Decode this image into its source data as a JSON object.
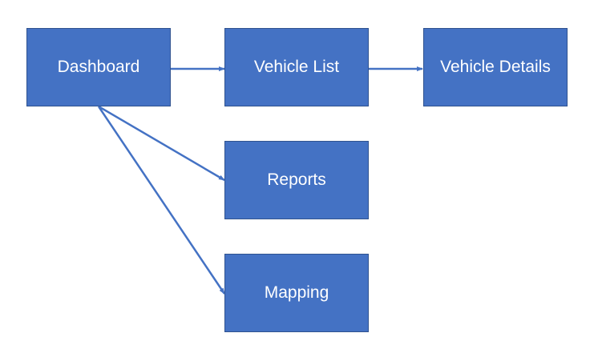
{
  "diagram": {
    "nodes": [
      {
        "id": "dashboard",
        "label": "Dashboard"
      },
      {
        "id": "vehicle-list",
        "label": "Vehicle List"
      },
      {
        "id": "vehicle-details",
        "label": "Vehicle Details"
      },
      {
        "id": "reports",
        "label": "Reports"
      },
      {
        "id": "mapping",
        "label": "Mapping"
      }
    ],
    "edges": [
      {
        "from": "dashboard",
        "to": "vehicle-list"
      },
      {
        "from": "vehicle-list",
        "to": "vehicle-details"
      },
      {
        "from": "dashboard",
        "to": "reports"
      },
      {
        "from": "dashboard",
        "to": "mapping"
      }
    ],
    "colors": {
      "node_fill": "#4472c4",
      "node_border": "#2f528f",
      "edge": "#4472c4",
      "text": "#ffffff"
    }
  }
}
